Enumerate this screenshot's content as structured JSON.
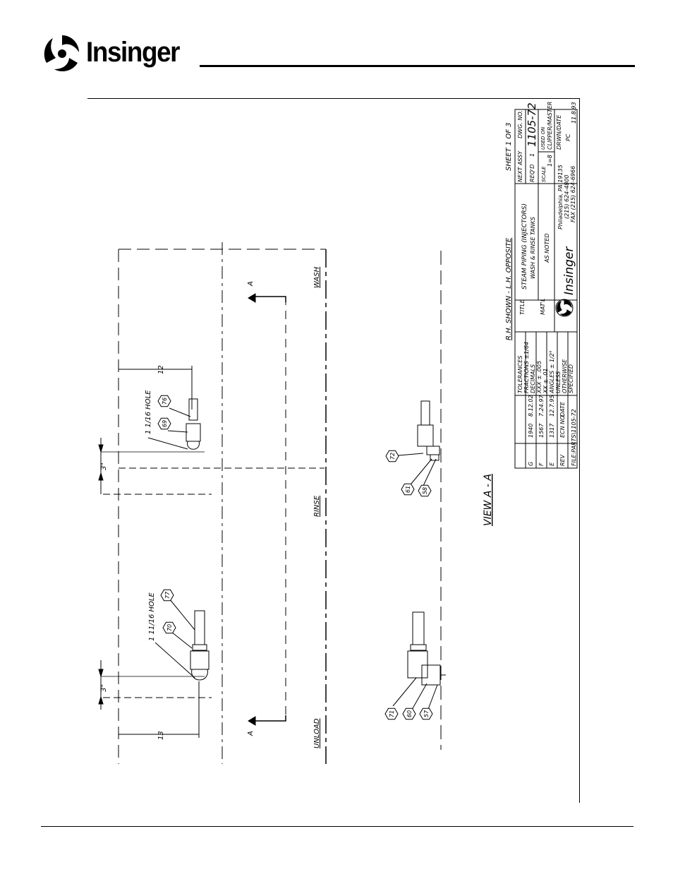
{
  "header": {
    "brand": "Insinger"
  },
  "drawing": {
    "dim_3in": "3\"",
    "dim_12": "12",
    "dim_13": "13",
    "hole_1": "1 1/16 HOLE",
    "hole_2": "1 11/16 HOLE",
    "section_mark": "A",
    "label_wash": "WASH",
    "label_rinse": "RINSE",
    "label_unload": "UNLOAD",
    "view_label": "VIEW A - A",
    "balloons": [
      "76",
      "69",
      "77",
      "70",
      "72",
      "61",
      "58",
      "71",
      "60",
      "57"
    ]
  },
  "title_block": {
    "sheet": "SHEET 1 OF 3",
    "rh_note": "R.H. SHOWN - L.H. OPPOSITE",
    "next_assy_label": "NEXT ASSY",
    "dwg_no_label": "DWG. NO.",
    "dwg_no": "1105-72",
    "reqd_label": "REQ'D",
    "reqd": "1",
    "used_on_label": "USED ON",
    "used_on": "CLIPPER/MASTER",
    "scale_label": "SCALE",
    "scale": "1=8",
    "drwn_label": "DRWN/DATE",
    "drwn_by": "PC",
    "drwn_date": "11.8.93",
    "title_label": "TITLE",
    "title_1": "STEAM PIPING (INJECTORS)",
    "title_2": "WASH & RINSE TANKS",
    "matl_label": "MAT'L",
    "matl": "AS NOTED",
    "company": "Insinger",
    "address": "Philadelphia, PA 19135",
    "phone": "(215) 624-4800",
    "fax": "FAX (215) 624-6966",
    "tolerances": [
      "TOLERANCES",
      "FRACTIONS ±1/64",
      "DECIMALS",
      "XXX ± .005",
      "XX ± .01",
      "ANGLES ± 1/2°",
      "UNLESS",
      "OTHERWISE",
      "SPECIFIED"
    ],
    "rev_header": [
      "REV",
      "ECN NO.",
      "DATE"
    ],
    "revisions": [
      {
        "rev": "G",
        "ecn": "1940",
        "date": "8.12.02"
      },
      {
        "rev": "F",
        "ecn": "1567",
        "date": "7.24.97"
      },
      {
        "rev": "E",
        "ecn": "1317",
        "date": "12.7.95"
      }
    ],
    "file": "FILE:PARTS\\1105-72"
  }
}
